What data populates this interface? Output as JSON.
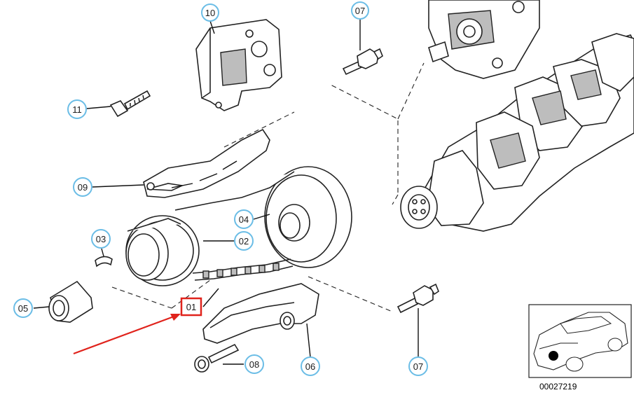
{
  "diagram": {
    "diagram_number": "00027219",
    "highlighted_part": "01",
    "highlight_color": "#e0231c",
    "bubble_color": "#6bbde6"
  },
  "callouts": {
    "p01": "01",
    "p02": "02",
    "p03": "03",
    "p04": "04",
    "p05": "05",
    "p06": "06",
    "p07_top": "07",
    "p07_bottom": "07",
    "p08": "08",
    "p09": "09",
    "p10": "10",
    "p11": "11"
  }
}
